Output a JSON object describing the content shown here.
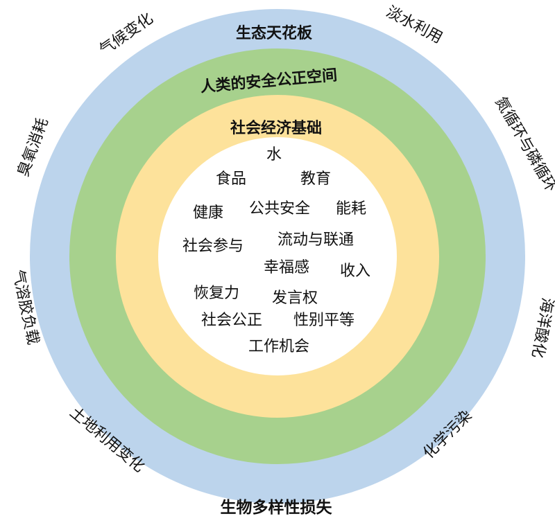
{
  "rings": {
    "outer": {
      "title": "生态天花板",
      "color": "#bcd4ec"
    },
    "middle": {
      "title": "人类的安全公正空间",
      "color": "#a7d18d"
    },
    "inner": {
      "title": "社会经济基础",
      "color": "#fde29b"
    },
    "core": {
      "color": "#ffffff"
    }
  },
  "boundaries": {
    "climate": "气候变化",
    "freshwater": "淡水利用",
    "ozone": "臭氧消耗",
    "nitrogen": "氮循环与磷循环",
    "aerosol": "气溶胶负载",
    "ocean": "海洋酸化",
    "land": "土地利用变化",
    "chemical": "化学污染",
    "biodiversity": "生物多样性损失"
  },
  "foundations": {
    "water": "水",
    "food": "食品",
    "education": "教育",
    "health": "健康",
    "security": "公共安全",
    "energy": "能耗",
    "participation": "社会参与",
    "mobility": "流动与联通",
    "happiness": "幸福感",
    "income": "收入",
    "resilience": "恢复力",
    "voice": "发言权",
    "justice": "社会公正",
    "gender": "性别平等",
    "jobs": "工作机会"
  }
}
